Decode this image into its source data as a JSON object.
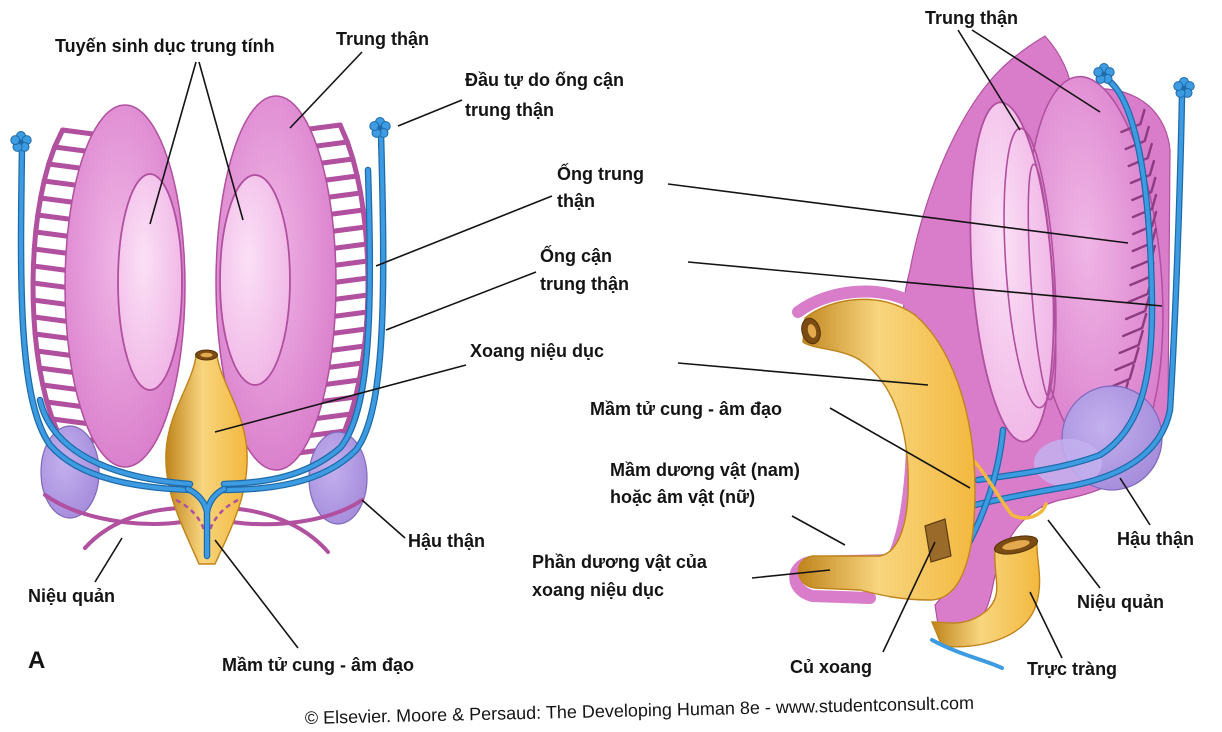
{
  "colors": {
    "pink": "#d97dcb",
    "pink_light": "#f0b6e6",
    "pink_dark": "#b0509f",
    "purple": "#a58cdb",
    "blue": "#3d9be2",
    "yellow": "#f3b83e",
    "yellow_dark": "#bf841c"
  },
  "left_figure": {
    "panel_label": "A",
    "neutral_gonad": "Tuyến sinh dục trung tính",
    "mesonephros": "Trung thận",
    "paramesonephric_free_end": [
      "Đầu tự do ống cận",
      "trung thận"
    ],
    "metanephros": "Hậu thận",
    "ureter": "Niệu quản",
    "uterovaginal_primordium": "Mầm tử cung - âm đạo"
  },
  "shared_labels": {
    "mesonephric_duct": [
      "Ống trung",
      "thận"
    ],
    "paramesonephric_duct": [
      "Ống cận",
      "trung thận"
    ],
    "urogenital_sinus": "Xoang niệu dục"
  },
  "right_figure": {
    "mesonephros": "Trung thận",
    "uterovaginal_primordium": "Mầm tử cung - âm đạo",
    "phallus_primordium": [
      "Mầm dương vật (nam)",
      "hoặc âm vật (nữ)"
    ],
    "phallic_part_sinus": [
      "Phần dương vật của",
      "xoang niệu dục"
    ],
    "metanephros": "Hậu thận",
    "ureter": "Niệu quản",
    "sinus_tubercle": "Củ xoang",
    "rectum": "Trực tràng"
  },
  "credit": "© Elsevier. Moore & Persaud: The Developing Human 8e - www.studentconsult.com"
}
